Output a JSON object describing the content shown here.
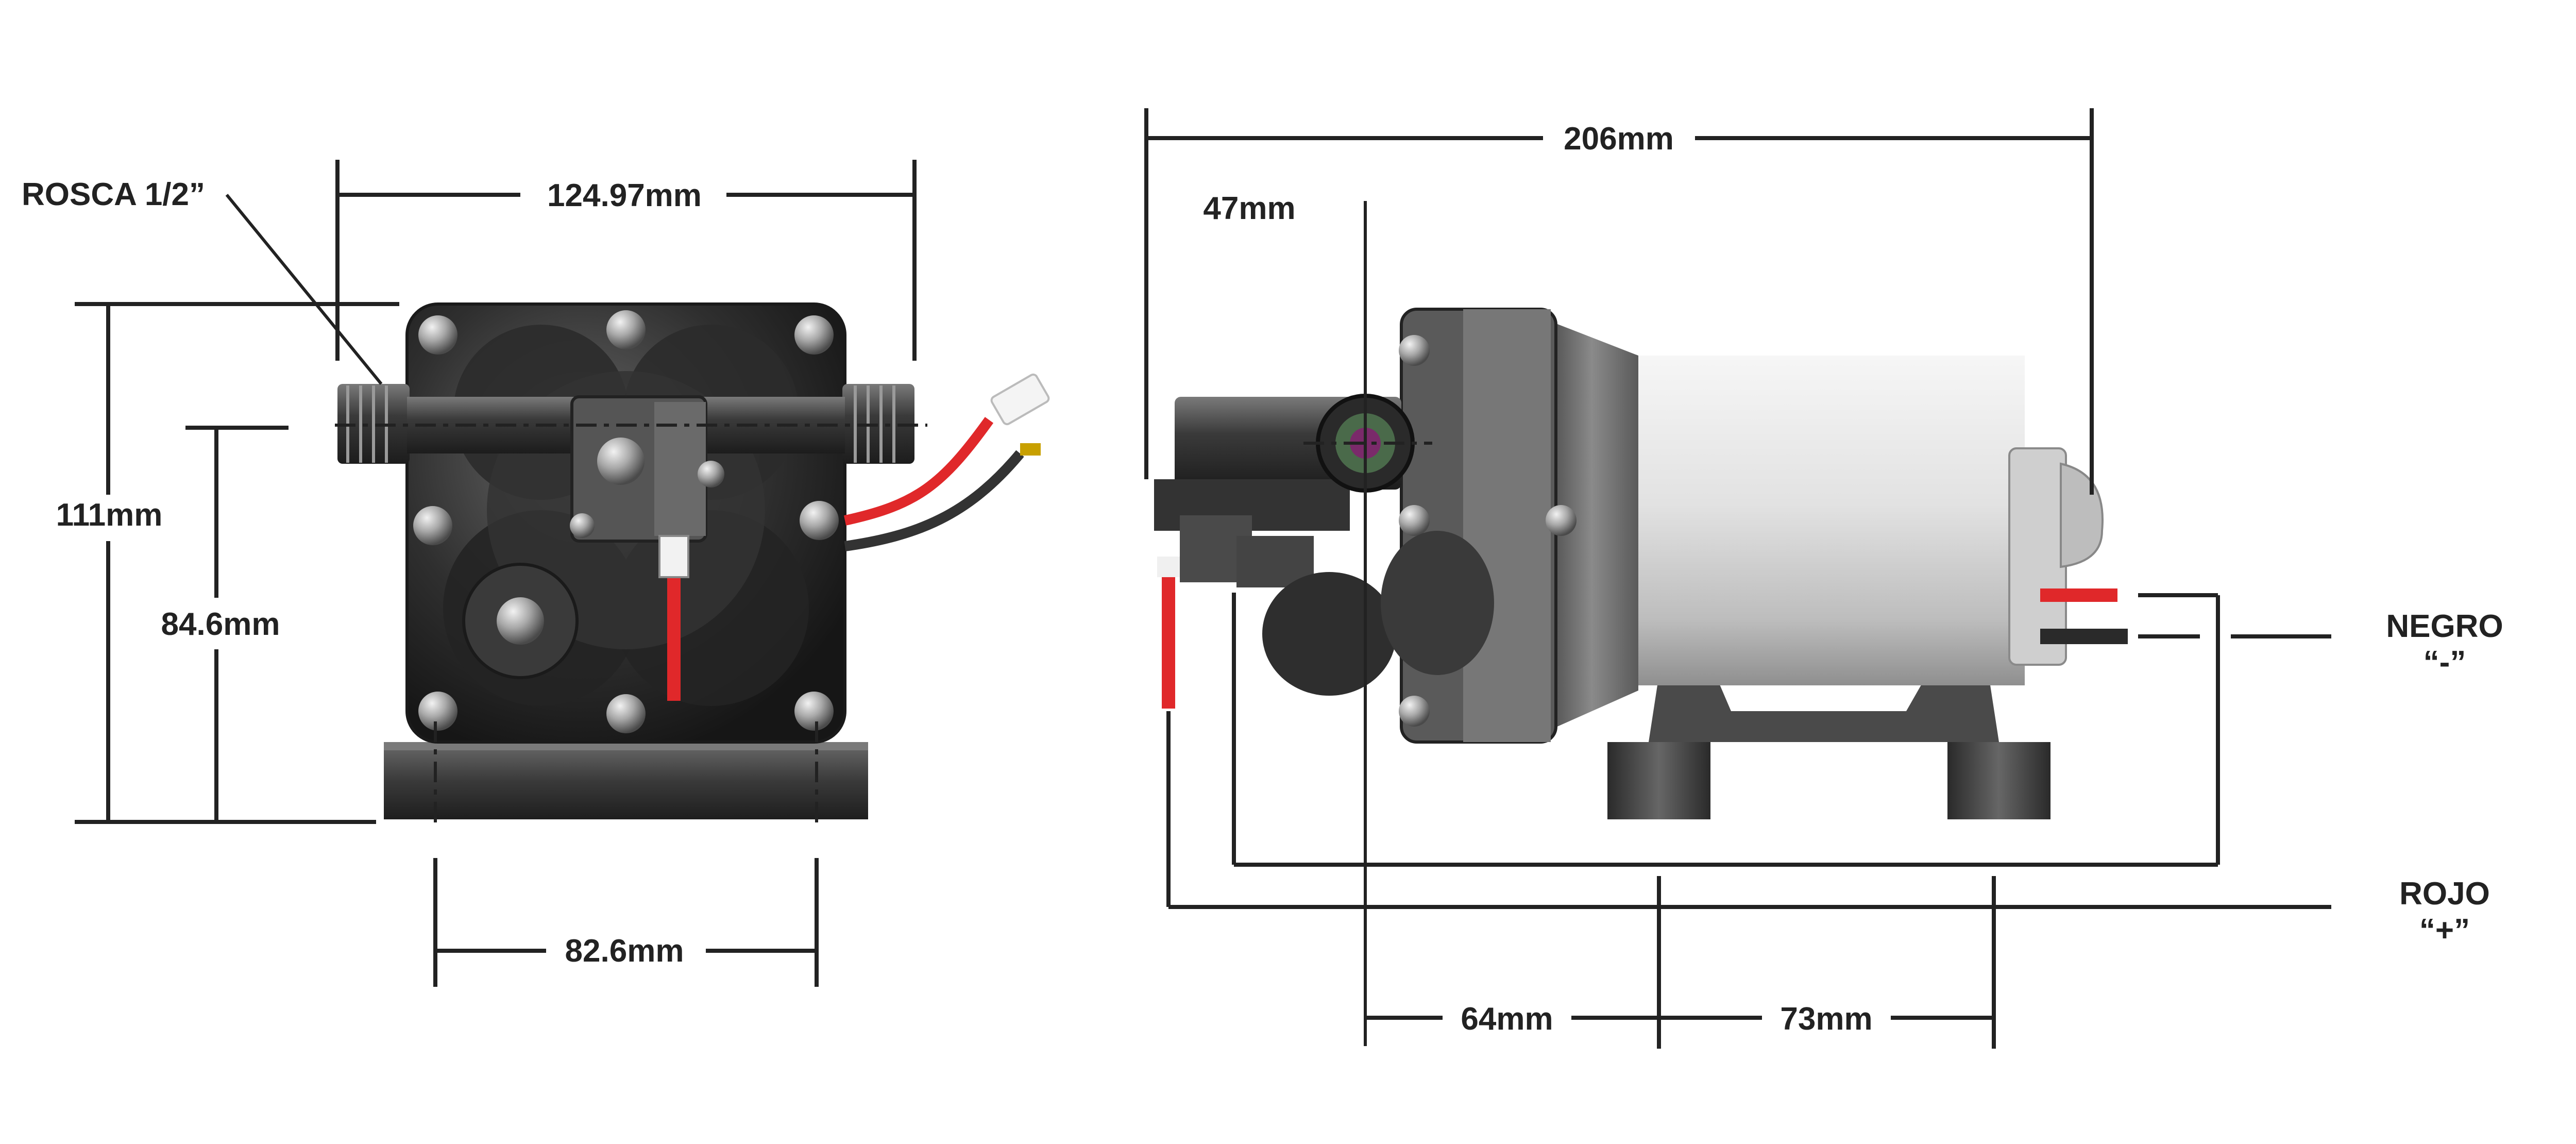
{
  "labels": {
    "thread": "ROSCA 1/2”",
    "width_front": "124.97mm",
    "height_total": "111mm",
    "height_outlet": "84.6mm",
    "mount_spacing_front": "82.6mm",
    "length_total": "206mm",
    "inlet_depth": "47mm",
    "mount_offset": "64mm",
    "mount_spacing_side": "73mm",
    "wire_black": "NEGRO",
    "wire_black_sign": "“-”",
    "wire_red": "ROJO",
    "wire_red_sign": "“+”"
  },
  "colors": {
    "dimension_lines": "#222222",
    "wire_red": "#e0282a",
    "wire_black": "#333333",
    "pump_dark": "#3a3a3a",
    "motor_light": "#dcdcdc"
  }
}
